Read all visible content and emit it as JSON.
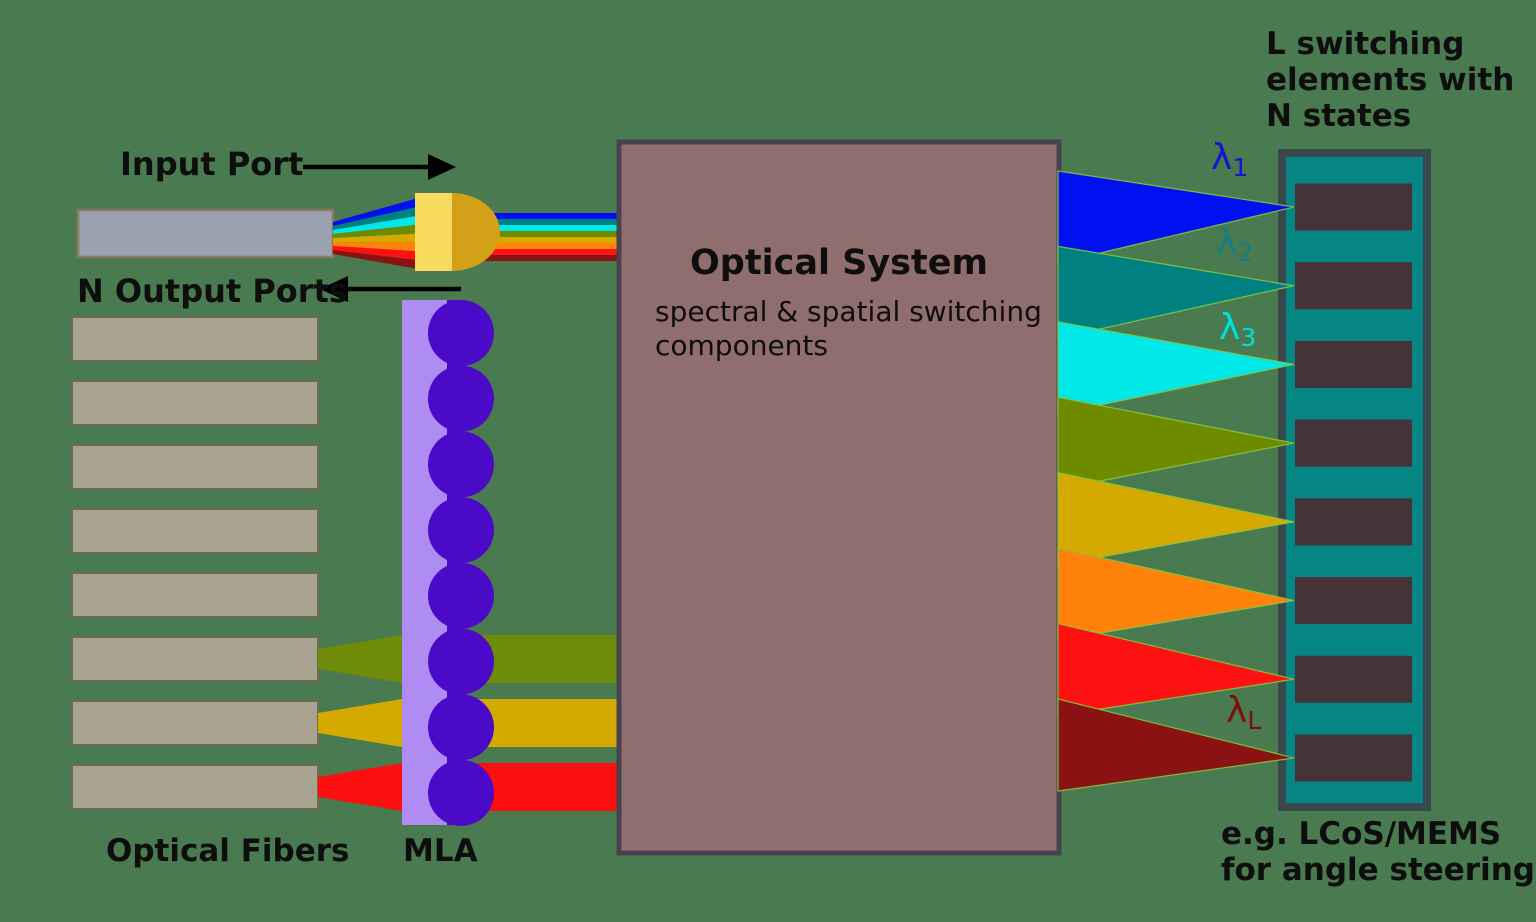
{
  "labels": {
    "input_port": "Input Port",
    "n_output_ports": "N Output Ports",
    "optical_fibers": "Optical Fibers",
    "mla": "MLA",
    "optical_system_title": "Optical System",
    "optical_system_subtitle_line1": "spectral & spatial switching",
    "optical_system_subtitle_line2": "components",
    "switching_elements_line1": "L switching",
    "switching_elements_line2": "elements with",
    "switching_elements_line3": "N states",
    "steering_line1": "e.g. LCoS/MEMS",
    "steering_line2": "for angle steering"
  },
  "lambda_labels": [
    {
      "symbol": "λ",
      "subscript": "1",
      "color": "#1414d2"
    },
    {
      "symbol": "λ",
      "subscript": "2",
      "color": "#157c8c"
    },
    {
      "symbol": "λ",
      "subscript": "3",
      "color": "#00dede"
    },
    {
      "symbol": "λ",
      "subscript": "L",
      "color": "#7a1010"
    }
  ],
  "colors": {
    "background": "#4a7a50",
    "text": "#0e0e0e",
    "arrow": "#000000",
    "input_fiber_fill": "#9aa2b2",
    "input_fiber_border": "#8a7a5e",
    "output_fiber_fill": "#a9a391",
    "output_fiber_border": "#6f6a52",
    "mla_body": "#ae8cf2",
    "mla_lens": "#4a0ac8",
    "collimator_body": "#f7da5e",
    "collimator_lens": "#d4a017",
    "optical_system_fill": "#916e6e",
    "optical_system_border": "#46424e",
    "panel_border": "#39484a",
    "panel_fill": "#068585",
    "element_fill": "#463338",
    "beam_edge": "#86c83e"
  },
  "wavelength_beams": [
    {
      "name": "lambda-1-blue",
      "color": "#0010f0"
    },
    {
      "name": "lambda-2-teal",
      "color": "#008080"
    },
    {
      "name": "lambda-3-cyan",
      "color": "#00e8e8"
    },
    {
      "name": "lambda-4-olive",
      "color": "#6e8b00"
    },
    {
      "name": "lambda-5-gold",
      "color": "#d4aa00"
    },
    {
      "name": "lambda-6-orange",
      "color": "#ff820a"
    },
    {
      "name": "lambda-7-red",
      "color": "#fe1111"
    },
    {
      "name": "lambda-8-darkred",
      "color": "#8b1212"
    }
  ],
  "input_beams": [
    {
      "name": "olive-beam",
      "color": "#6e8b09",
      "fiber_index": 5
    },
    {
      "name": "gold-beam",
      "color": "#d4aa00",
      "fiber_index": 6
    },
    {
      "name": "red-beam",
      "color": "#fe0f0f",
      "fiber_index": 7
    }
  ],
  "counts": {
    "output_fibers": 8,
    "switching_elements": 8,
    "mla_lenses": 8
  }
}
